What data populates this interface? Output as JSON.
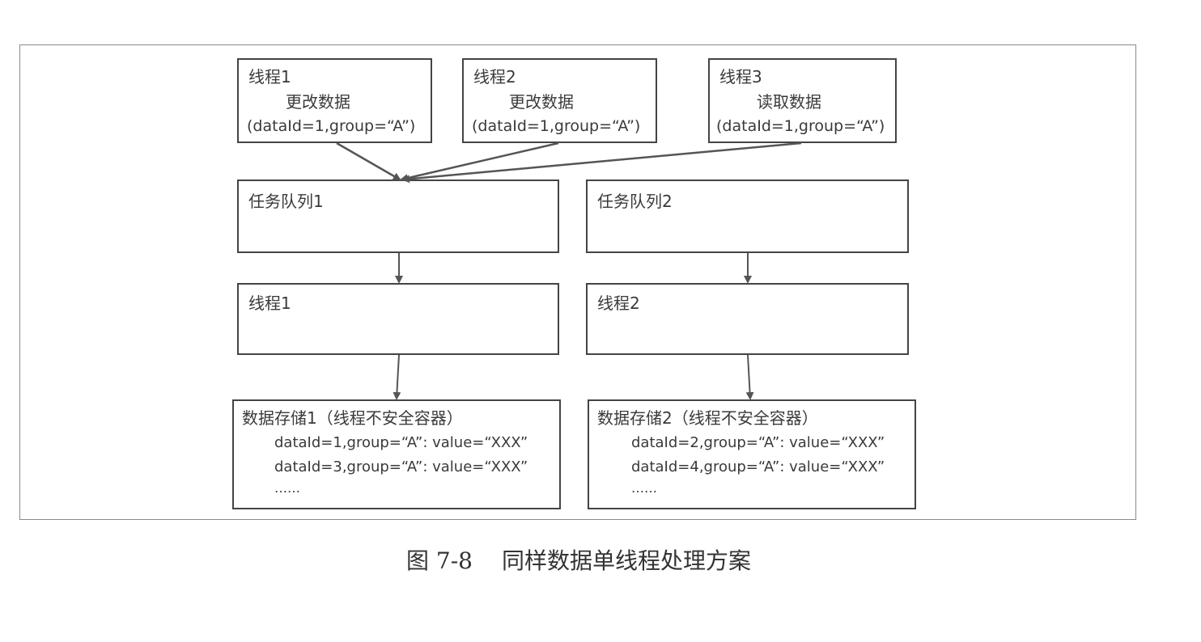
{
  "top_threads": [
    {
      "title": "线程1",
      "action": "更改数据",
      "params": "(dataId=1,group=“A”)"
    },
    {
      "title": "线程2",
      "action": "更改数据",
      "params": "(dataId=1,group=“A”)"
    },
    {
      "title": "线程3",
      "action": "读取数据",
      "params": "(dataId=1,group=“A”)"
    }
  ],
  "queues": [
    {
      "label": "任务队列1"
    },
    {
      "label": "任务队列2"
    }
  ],
  "workers": [
    {
      "label": "线程1"
    },
    {
      "label": "线程2"
    }
  ],
  "stores": [
    {
      "title": "数据存储1（线程不安全容器）",
      "rows": [
        "dataId=1,group=“A”: value=“XXX”",
        "dataId=3,group=“A”: value=“XXX”"
      ],
      "more": "……"
    },
    {
      "title": "数据存储2（线程不安全容器）",
      "rows": [
        "dataId=2,group=“A”: value=“XXX”",
        "dataId=4,group=“A”: value=“XXX”"
      ],
      "more": "……"
    }
  ],
  "caption": {
    "number": "图 7-8",
    "text": "同样数据单线程处理方案"
  },
  "colors": {
    "border": "#444444",
    "arrow": "#555555",
    "text": "#3a3a3a"
  }
}
